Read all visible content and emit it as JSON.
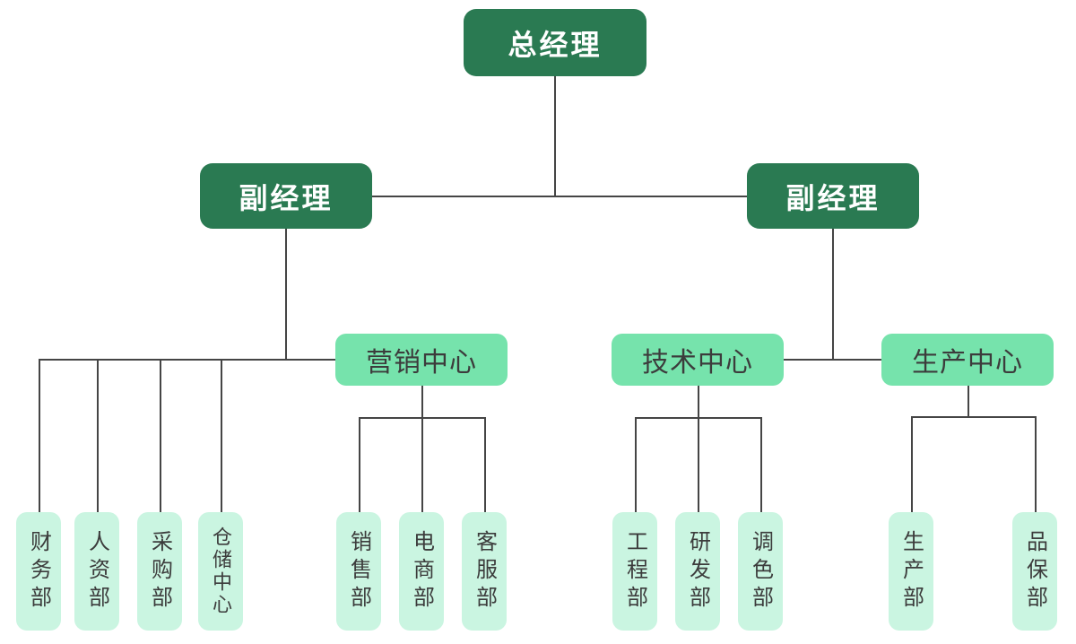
{
  "diagram": {
    "type": "org-chart",
    "root": {
      "label": "总经理"
    },
    "deputies": [
      {
        "label": "副经理"
      },
      {
        "label": "副经理"
      }
    ],
    "centers": [
      {
        "label": "营销中心"
      },
      {
        "label": "技术中心"
      },
      {
        "label": "生产中心"
      }
    ],
    "departments": {
      "admin": [
        {
          "label": "财务部"
        },
        {
          "label": "人资部"
        },
        {
          "label": "采购部"
        },
        {
          "label": "仓储中心"
        }
      ],
      "marketing": [
        {
          "label": "销售部"
        },
        {
          "label": "电商部"
        },
        {
          "label": "客服部"
        }
      ],
      "technology": [
        {
          "label": "工程部"
        },
        {
          "label": "研发部"
        },
        {
          "label": "调色部"
        }
      ],
      "production": [
        {
          "label": "生产部"
        },
        {
          "label": "品保部"
        }
      ]
    }
  },
  "colors": {
    "manager_bg": "#2A7A52",
    "manager_text": "#FFFFFF",
    "center_bg": "#76E3AC",
    "department_bg": "#CAF5E1",
    "node_text": "#3C3C3C",
    "connector": "#454545",
    "canvas_bg": "#FFFFFF"
  }
}
